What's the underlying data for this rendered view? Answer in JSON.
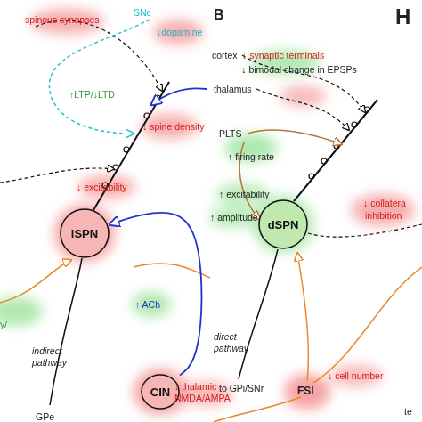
{
  "diagram": {
    "nodes": [
      {
        "text": [
          "iSPN"
        ]
      },
      {
        "text": [
          "CIN"
        ]
      },
      {
        "text": [
          "dSPN"
        ]
      }
    ],
    "edges": [
      {
        "from": 1,
        "to": 0,
        "arrow": "to"
      }
    ],
    "labels": [
      "spinous synapses",
      "SNc",
      "↓dopamine",
      "↑LTP/↓LTD",
      "↓ spine density",
      "↓ excitability",
      "↑ ACh",
      "y/",
      "indirect pathway",
      "GPe",
      "↓ thalamic NMDA/AMPA",
      "B",
      "H",
      "cortex",
      "↓ synaptic terminals",
      "↑↓ bimodal change in EPSPs",
      "thalamus",
      "PLTS",
      "↑ firing rate",
      "↑ excitability",
      "↑ amplitude",
      "↓ collatera",
      "inhibition",
      "direct pathway",
      "to GPi/SNr",
      "FSI",
      "↓ cell number",
      "te"
    ]
  }
}
